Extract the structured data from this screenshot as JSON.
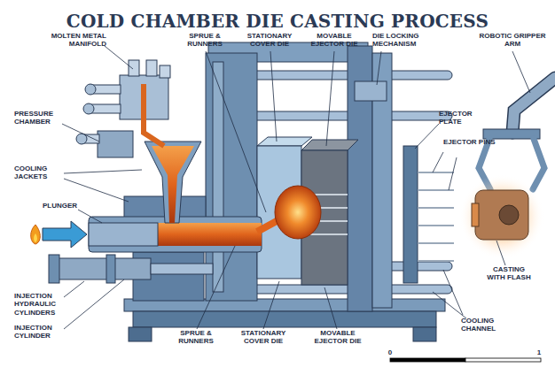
{
  "diagram": {
    "title": "COLD CHAMBER DIE CASTING PROCESS",
    "labels": [
      "MOLTEN METAL MANIFOLD",
      "SPRUE & RUNNERS",
      "STATIONARY COVER DIE",
      "MOVABLE EJECTOR DIE",
      "DIE LOCKING MECHANISM",
      "ROBOTIC GRIPPER ARM",
      "PRESSURE CHAMBER",
      "EJECTOR PLATE",
      "EJECTOR PINS",
      "COOLING JACKETS",
      "PLUNGER",
      "CASTING WITH FLASH",
      "INJECTION HYDRAULIC CYLINDERS",
      "INJECTION CYLINDER",
      "SPRUE & RUNNERS",
      "STATIONARY COVER DIE",
      "MOVABLE EJECTOR DIE",
      "COOLING CHANNEL",
      "0",
      "1"
    ]
  }
}
